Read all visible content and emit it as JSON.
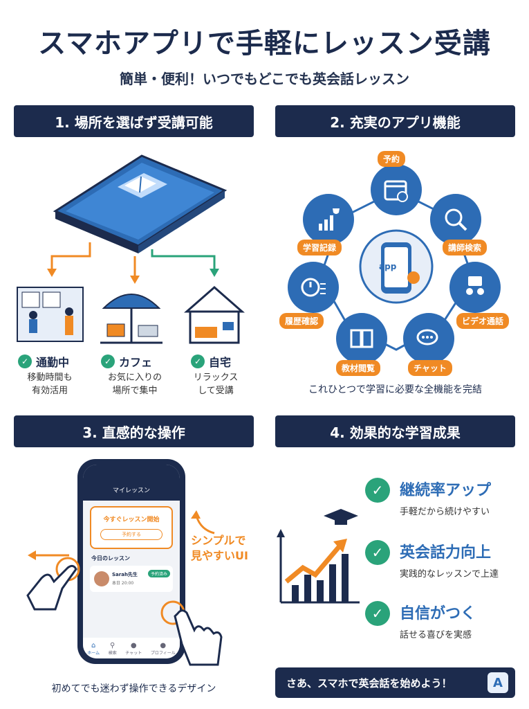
{
  "header": {
    "title": "スマホアプリで手軽にレッスン受講",
    "subtitle": "簡単・便利！いつでもどこでも英会話レッスン"
  },
  "section1": {
    "heading": "1. 場所を選ばず受講可能",
    "locations": [
      {
        "label": "通勤中",
        "desc_line1": "移動時間も",
        "desc_line2": "有効活用"
      },
      {
        "label": "カフェ",
        "desc_line1": "お気に入りの",
        "desc_line2": "場所で集中"
      },
      {
        "label": "自宅",
        "desc_line1": "リラックス",
        "desc_line2": "して受講"
      }
    ]
  },
  "section2": {
    "heading": "2. 充実のアプリ機能",
    "center_label": "app",
    "features": [
      "予約",
      "講師検索",
      "ビデオ通話",
      "チャット",
      "教材閲覧",
      "履歴確認",
      "学習記録"
    ],
    "caption": "これひとつで学習に必要な全機能を完結"
  },
  "section3": {
    "heading": "3. 直感的な操作",
    "phone": {
      "screen_title": "マイレッスン",
      "card_title": "今すぐレッスン開始",
      "card_button": "予約する",
      "today_label": "今日のレッスン",
      "teacher": "Sarah先生",
      "time": "本日 20:00",
      "badge": "予約済み",
      "nav": [
        "ホーム",
        "検索",
        "チャット",
        "プロフィール"
      ]
    },
    "note_line1": "シンプルで",
    "note_line2": "見やすいUI",
    "caption": "初めてでも迷わず操作できるデザイン"
  },
  "section4": {
    "heading": "4. 効果的な学習成果",
    "results": [
      {
        "title": "継続率アップ",
        "desc": "手軽だから続けやすい"
      },
      {
        "title": "英会話力向上",
        "desc": "実践的なレッスンで上達"
      },
      {
        "title": "自信がつく",
        "desc": "話せる喜びを実感"
      }
    ]
  },
  "cta": {
    "text": "さあ、スマホで英会話を始めよう！"
  },
  "colors": {
    "navy": "#1c2b4d",
    "blue": "#2d6cb5",
    "orange": "#f08a24",
    "green": "#2aa37a"
  }
}
